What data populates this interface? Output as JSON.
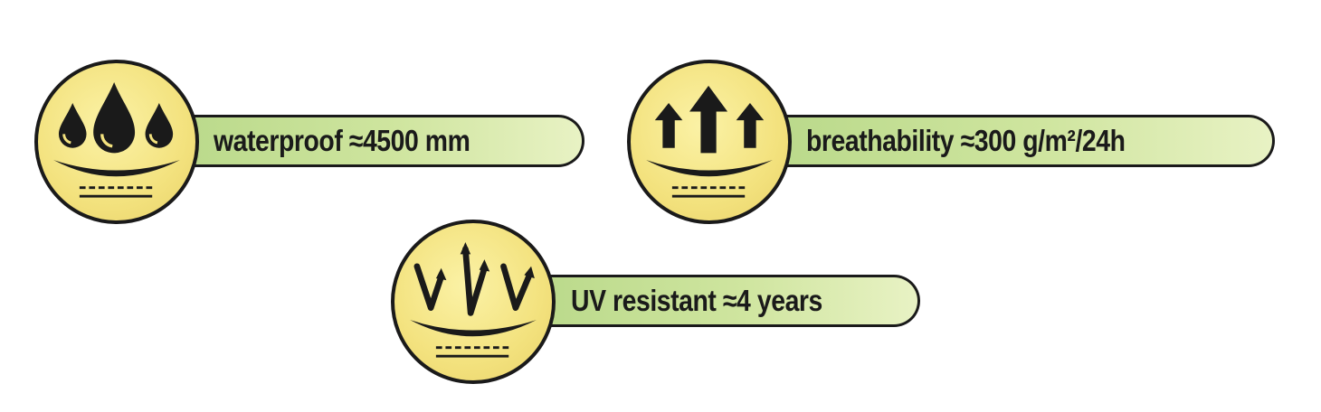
{
  "badges": [
    {
      "icon": "water-drops-icon",
      "text": "waterproof ≈4500 mm"
    },
    {
      "icon": "up-arrows-icon",
      "text": "breathability ≈300 g/m²/24h"
    },
    {
      "icon": "uv-rays-icon",
      "text": "UV resistant ≈4 years"
    }
  ],
  "colors": {
    "outline": "#1a1a1a",
    "circle_fill": "#f3e27e",
    "pill_fill_start": "#b9d98a",
    "pill_fill_end": "#e8f2c4"
  }
}
